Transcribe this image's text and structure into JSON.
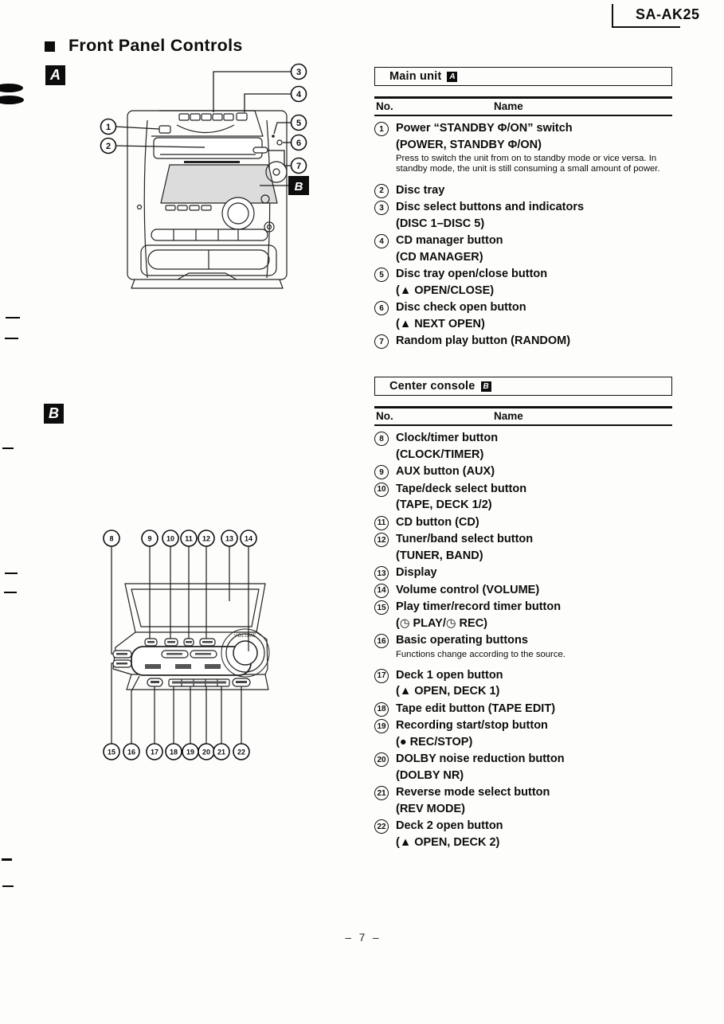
{
  "page": {
    "model": "SA-AK25",
    "title": "Front Panel Controls",
    "page_number": "– 7 –"
  },
  "tags": {
    "a": "A",
    "b": "B"
  },
  "diagram_a": {
    "callouts": [
      "1",
      "2",
      "3",
      "4",
      "5",
      "6",
      "7"
    ],
    "b_tag": "B"
  },
  "diagram_b": {
    "callouts": [
      "8",
      "9",
      "10",
      "11",
      "12",
      "13",
      "14",
      "15",
      "16",
      "17",
      "18",
      "19",
      "20",
      "21",
      "22"
    ],
    "volume_label": "VOLUME"
  },
  "tables": [
    {
      "id": "main-unit",
      "title": "Main unit",
      "tag": "A",
      "col_no": "No.",
      "col_name": "Name",
      "items": [
        {
          "num": "1",
          "lines": [
            "Power “STANDBY Φ/ON” switch",
            "(POWER, STANDBY Φ/ON)"
          ],
          "desc": "Press to switch the unit from on to standby mode or vice versa. In standby mode, the unit is still consuming a small amount of power."
        },
        {
          "num": "2",
          "lines": [
            "Disc tray"
          ]
        },
        {
          "num": "3",
          "lines": [
            "Disc select buttons and indicators",
            "(DISC 1–DISC 5)"
          ]
        },
        {
          "num": "4",
          "lines": [
            "CD manager button",
            "(CD MANAGER)"
          ]
        },
        {
          "num": "5",
          "lines": [
            "Disc tray open/close button",
            "(▲ OPEN/CLOSE)"
          ]
        },
        {
          "num": "6",
          "lines": [
            "Disc check open button",
            "(▲ NEXT OPEN)"
          ]
        },
        {
          "num": "7",
          "lines": [
            "Random play button (RANDOM)"
          ]
        }
      ]
    },
    {
      "id": "center-console",
      "title": "Center console",
      "tag": "B",
      "col_no": "No.",
      "col_name": "Name",
      "items": [
        {
          "num": "8",
          "lines": [
            "Clock/timer button",
            "(CLOCK/TIMER)"
          ]
        },
        {
          "num": "9",
          "lines": [
            "AUX button (AUX)"
          ]
        },
        {
          "num": "10",
          "lines": [
            "Tape/deck select button",
            "(TAPE, DECK 1/2)"
          ]
        },
        {
          "num": "11",
          "lines": [
            "CD button (CD)"
          ]
        },
        {
          "num": "12",
          "lines": [
            "Tuner/band select button",
            "(TUNER, BAND)"
          ]
        },
        {
          "num": "13",
          "lines": [
            "Display"
          ]
        },
        {
          "num": "14",
          "lines": [
            "Volume control (VOLUME)"
          ]
        },
        {
          "num": "15",
          "lines": [
            "Play timer/record timer button",
            "(◷ PLAY/◷ REC)"
          ]
        },
        {
          "num": "16",
          "lines": [
            "Basic operating buttons"
          ],
          "desc": "Functions change according to the source."
        },
        {
          "num": "17",
          "lines": [
            "Deck 1 open button",
            "(▲ OPEN, DECK 1)"
          ]
        },
        {
          "num": "18",
          "lines": [
            "Tape edit button (TAPE EDIT)"
          ]
        },
        {
          "num": "19",
          "lines": [
            "Recording start/stop button",
            "(● REC/STOP)"
          ]
        },
        {
          "num": "20",
          "lines": [
            "DOLBY noise reduction button",
            "(DOLBY NR)"
          ]
        },
        {
          "num": "21",
          "lines": [
            "Reverse mode select button",
            "(REV MODE)"
          ]
        },
        {
          "num": "22",
          "lines": [
            "Deck 2 open button",
            "(▲ OPEN, DECK 2)"
          ]
        }
      ]
    }
  ]
}
